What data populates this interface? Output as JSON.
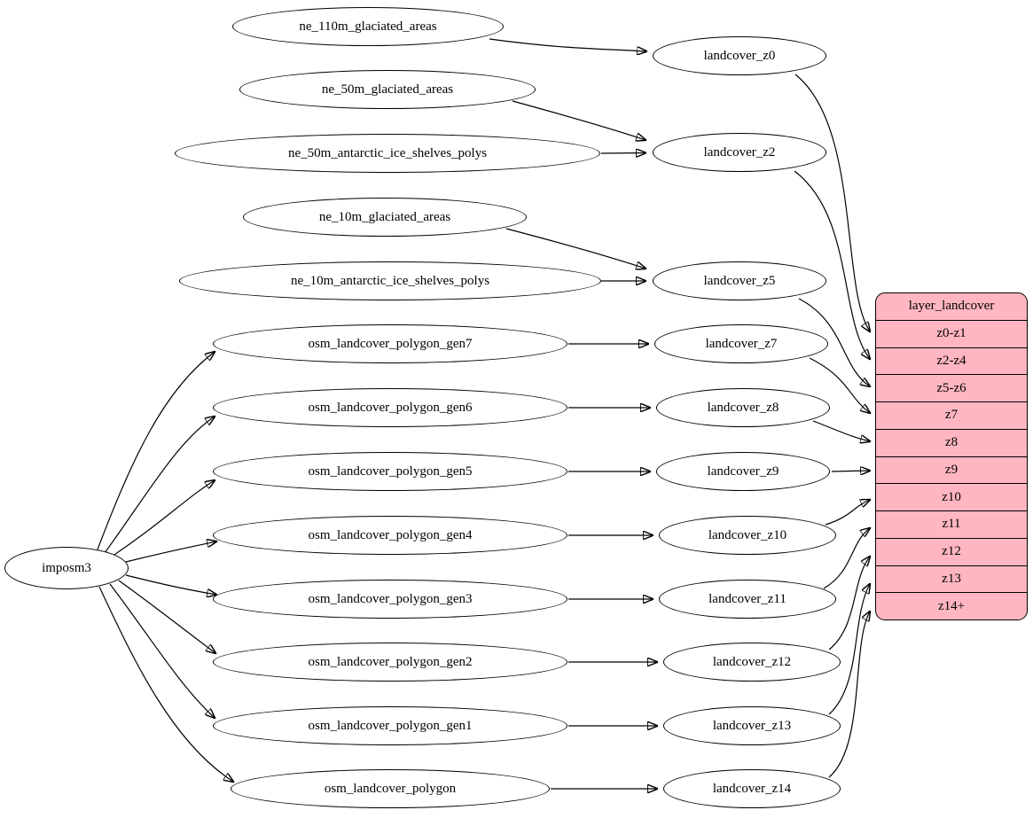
{
  "diagram": {
    "type": "graphviz-dependency-graph",
    "background_color": "#ffffff",
    "node_fill_color": "#ffffff",
    "node_stroke_color": "#000000",
    "record_fill_color": "#ffb6c1"
  },
  "root": {
    "label": "imposm3"
  },
  "sources": [
    "ne_110m_glaciated_areas",
    "ne_50m_glaciated_areas",
    "ne_50m_antarctic_ice_shelves_polys",
    "ne_10m_glaciated_areas",
    "ne_10m_antarctic_ice_shelves_polys",
    "osm_landcover_polygon_gen7",
    "osm_landcover_polygon_gen6",
    "osm_landcover_polygon_gen5",
    "osm_landcover_polygon_gen4",
    "osm_landcover_polygon_gen3",
    "osm_landcover_polygon_gen2",
    "osm_landcover_polygon_gen1",
    "osm_landcover_polygon"
  ],
  "intermediates": [
    "landcover_z0",
    "landcover_z2",
    "landcover_z5",
    "landcover_z7",
    "landcover_z8",
    "landcover_z9",
    "landcover_z10",
    "landcover_z11",
    "landcover_z12",
    "landcover_z13",
    "landcover_z14"
  ],
  "record": {
    "title": "layer_landcover",
    "rows": [
      "z0-z1",
      "z2-z4",
      "z5-z6",
      "z7",
      "z8",
      "z9",
      "z10",
      "z11",
      "z12",
      "z13",
      "z14+"
    ]
  },
  "edges": [
    {
      "from": "imposm3",
      "to": "osm_landcover_polygon_gen7"
    },
    {
      "from": "imposm3",
      "to": "osm_landcover_polygon_gen6"
    },
    {
      "from": "imposm3",
      "to": "osm_landcover_polygon_gen5"
    },
    {
      "from": "imposm3",
      "to": "osm_landcover_polygon_gen4"
    },
    {
      "from": "imposm3",
      "to": "osm_landcover_polygon_gen3"
    },
    {
      "from": "imposm3",
      "to": "osm_landcover_polygon_gen2"
    },
    {
      "from": "imposm3",
      "to": "osm_landcover_polygon_gen1"
    },
    {
      "from": "imposm3",
      "to": "osm_landcover_polygon"
    },
    {
      "from": "ne_110m_glaciated_areas",
      "to": "landcover_z0"
    },
    {
      "from": "ne_50m_glaciated_areas",
      "to": "landcover_z2"
    },
    {
      "from": "ne_50m_antarctic_ice_shelves_polys",
      "to": "landcover_z2"
    },
    {
      "from": "ne_10m_glaciated_areas",
      "to": "landcover_z5"
    },
    {
      "from": "ne_10m_antarctic_ice_shelves_polys",
      "to": "landcover_z5"
    },
    {
      "from": "osm_landcover_polygon_gen7",
      "to": "landcover_z7"
    },
    {
      "from": "osm_landcover_polygon_gen6",
      "to": "landcover_z8"
    },
    {
      "from": "osm_landcover_polygon_gen5",
      "to": "landcover_z9"
    },
    {
      "from": "osm_landcover_polygon_gen4",
      "to": "landcover_z10"
    },
    {
      "from": "osm_landcover_polygon_gen3",
      "to": "landcover_z11"
    },
    {
      "from": "osm_landcover_polygon_gen2",
      "to": "landcover_z12"
    },
    {
      "from": "osm_landcover_polygon_gen1",
      "to": "landcover_z13"
    },
    {
      "from": "osm_landcover_polygon",
      "to": "landcover_z14"
    },
    {
      "from": "landcover_z0",
      "to": "layer_landcover:z0-z1"
    },
    {
      "from": "landcover_z2",
      "to": "layer_landcover:z2-z4"
    },
    {
      "from": "landcover_z5",
      "to": "layer_landcover:z5-z6"
    },
    {
      "from": "landcover_z7",
      "to": "layer_landcover:z7"
    },
    {
      "from": "landcover_z8",
      "to": "layer_landcover:z8"
    },
    {
      "from": "landcover_z9",
      "to": "layer_landcover:z9"
    },
    {
      "from": "landcover_z10",
      "to": "layer_landcover:z10"
    },
    {
      "from": "landcover_z11",
      "to": "layer_landcover:z11"
    },
    {
      "from": "landcover_z12",
      "to": "layer_landcover:z12"
    },
    {
      "from": "landcover_z13",
      "to": "layer_landcover:z13"
    },
    {
      "from": "landcover_z14",
      "to": "layer_landcover:z14+"
    }
  ]
}
